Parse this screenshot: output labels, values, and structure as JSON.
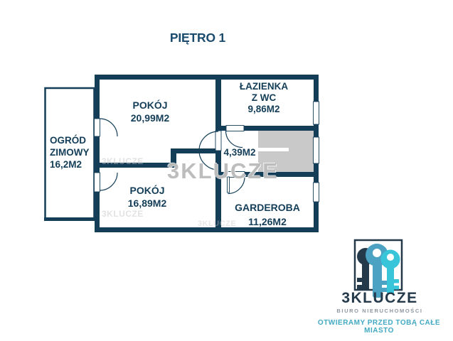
{
  "title": "PIĘTRO 1",
  "watermark": {
    "text": "3KLUCZE"
  },
  "rooms": {
    "winter_garden": {
      "lines": [
        "OGRÓD",
        "ZIMOWY",
        "16,2M2"
      ]
    },
    "room_top": {
      "lines": [
        "POKÓJ",
        "20,99M2"
      ]
    },
    "bathroom": {
      "lines": [
        "ŁAZIENKA",
        "Z WC",
        "9,86M2"
      ]
    },
    "hallway": {
      "lines": [
        "4,39M2"
      ]
    },
    "room_bottom": {
      "lines": [
        "POKÓJ",
        "16,89M2"
      ]
    },
    "wardrobe": {
      "lines": [
        "GARDEROBA",
        "11,26M2"
      ]
    }
  },
  "logo": {
    "brand": "3KLUCZE",
    "subtitle": "BIURO NIERUCHOMOŚCI",
    "tagline": "OTWIERAMY PRZED TOBĄ CAŁE MIASTO"
  },
  "colors": {
    "wall": "#143e58",
    "stairs_gray": "#c9c9c9",
    "logo_navy": "#24394a",
    "logo_teal": "#4ba2c3",
    "logo_cyan": "#38c5d9",
    "logo_gray": "#9097a1",
    "tagline_teal": "#42a9c3"
  }
}
